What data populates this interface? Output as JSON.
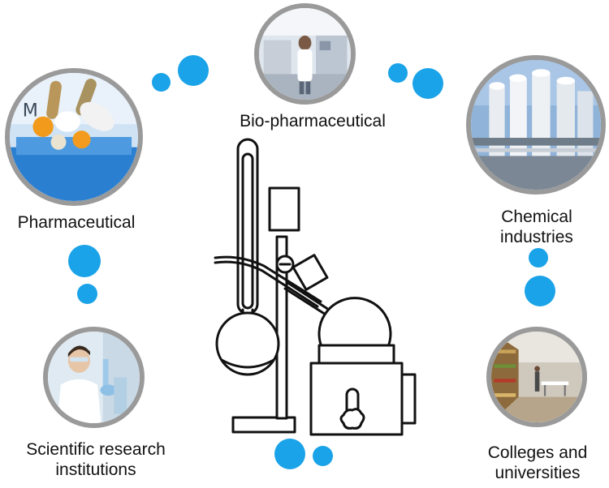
{
  "diagram": {
    "labels": {
      "bio_pharmaceutical": "Bio-pharmaceutical",
      "pharmaceutical": "Pharmaceutical",
      "chemical_line1": "Chemical",
      "chemical_line2": "industries",
      "scientific_line1": "Scientific research",
      "scientific_line2": "institutions",
      "colleges_line1": "Colleges and",
      "colleges_line2": "universities"
    },
    "colors": {
      "accent_dot": "#1aa3e8",
      "photo_border": "#9a9a9a",
      "line_art": "#111111"
    },
    "icons": [
      "rotary-evaporator-icon",
      "lab-photo",
      "pills-photo",
      "chemical-plant-photo",
      "researcher-photo",
      "library-photo"
    ]
  }
}
